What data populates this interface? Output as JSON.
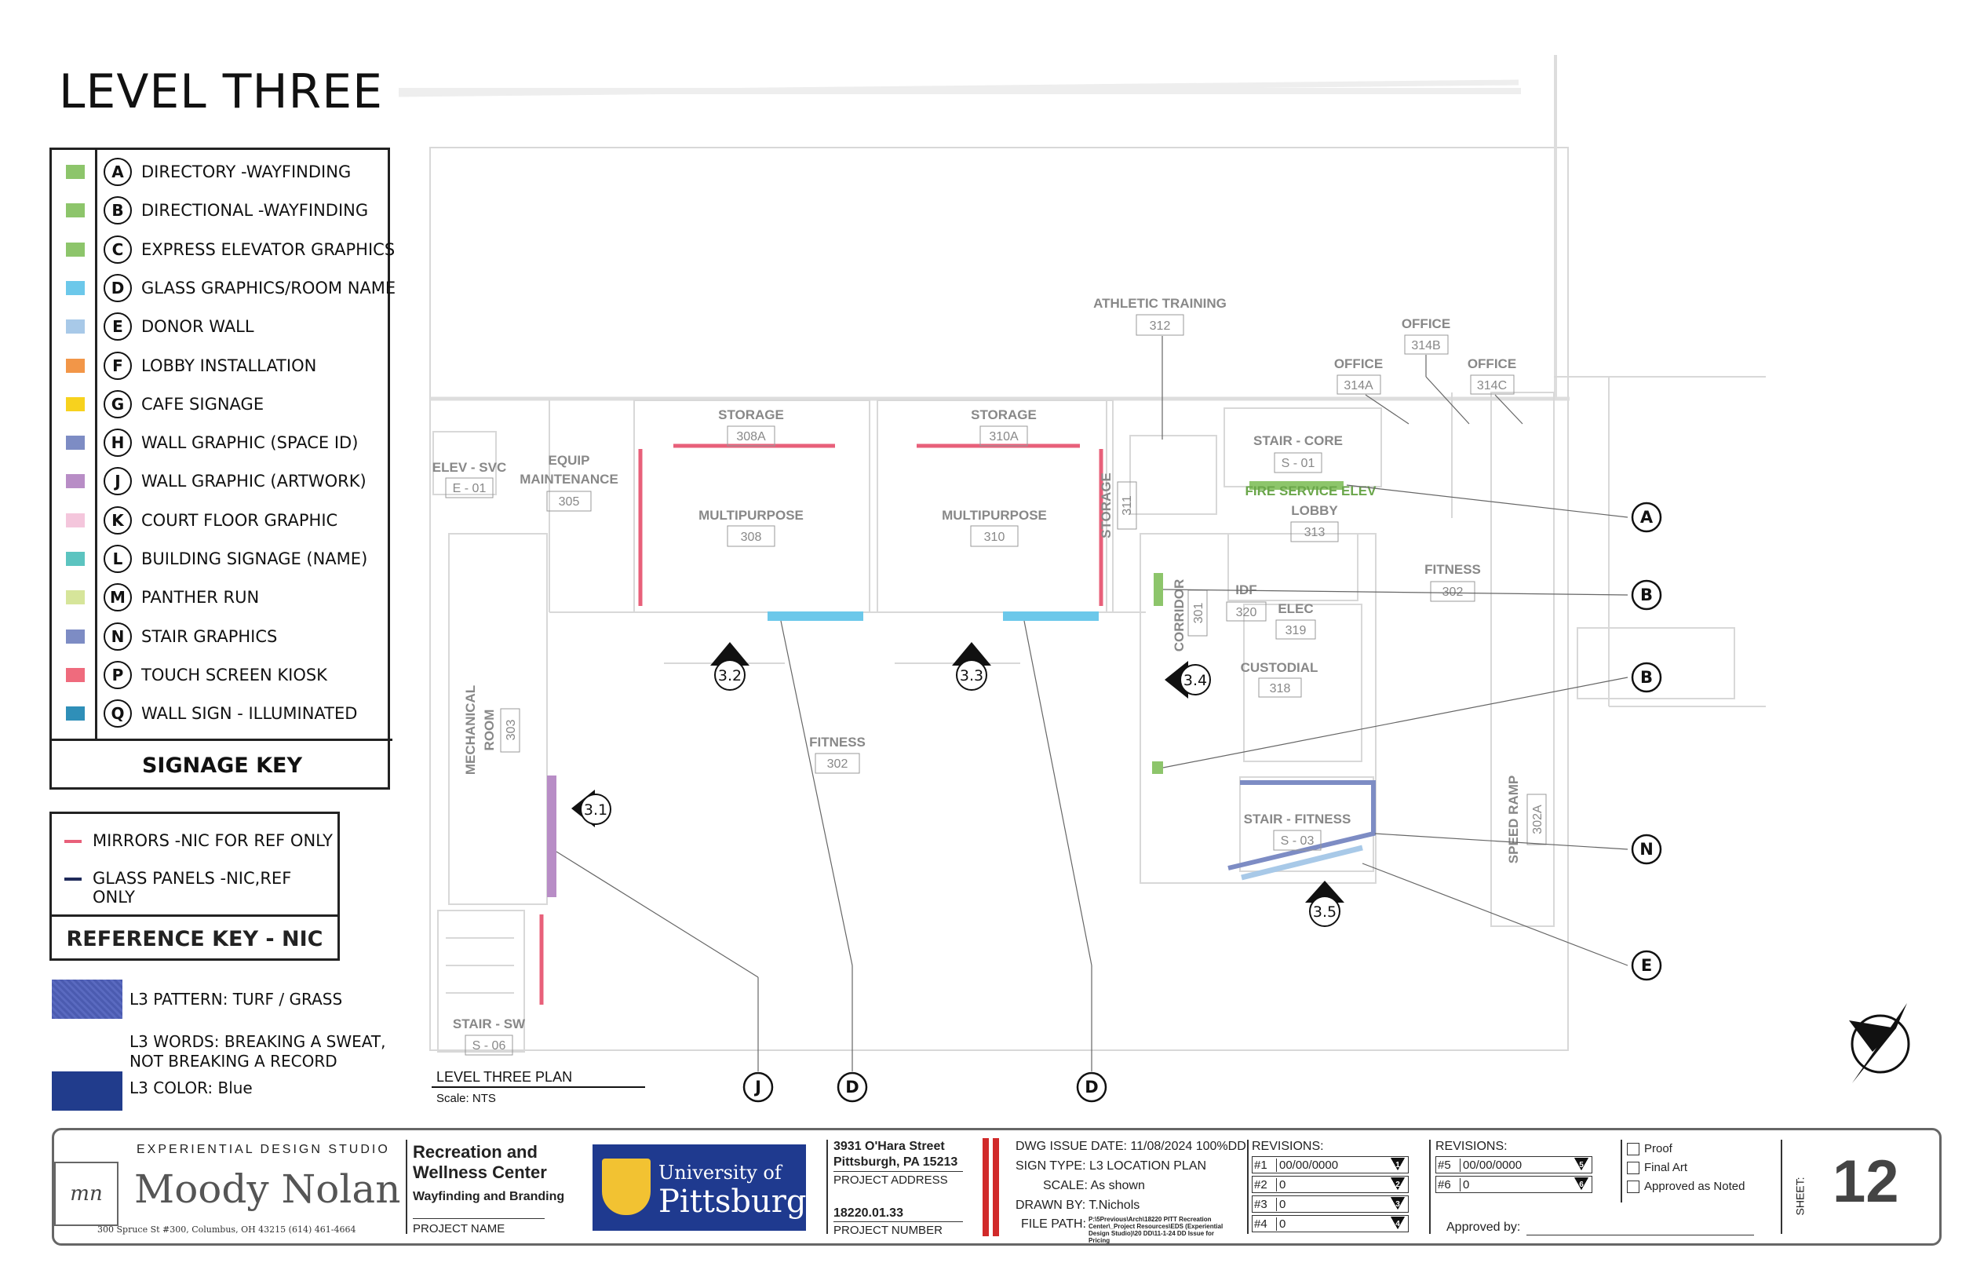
{
  "page_title": "LEVEL THREE",
  "signage_key": {
    "title": "SIGNAGE KEY",
    "items": [
      {
        "letter": "A",
        "label": "DIRECTORY -WAYFINDING",
        "color": "#8dc56b"
      },
      {
        "letter": "B",
        "label": "DIRECTIONAL -WAYFINDING",
        "color": "#8dc56b"
      },
      {
        "letter": "C",
        "label": "EXPRESS ELEVATOR GRAPHICS",
        "color": "#8dc56b"
      },
      {
        "letter": "D",
        "label": "GLASS GRAPHICS/ROOM NAME",
        "color": "#6cc8ea"
      },
      {
        "letter": "E",
        "label": "DONOR WALL",
        "color": "#a8c9e8"
      },
      {
        "letter": "F",
        "label": "LOBBY INSTALLATION",
        "color": "#f29648"
      },
      {
        "letter": "G",
        "label": "CAFE SIGNAGE",
        "color": "#f7d21e"
      },
      {
        "letter": "H",
        "label": "WALL GRAPHIC (SPACE ID)",
        "color": "#7d8cc4"
      },
      {
        "letter": "J",
        "label": "WALL GRAPHIC (ARTWORK)",
        "color": "#b88dc6"
      },
      {
        "letter": "K",
        "label": "COURT FLOOR GRAPHIC",
        "color": "#f4c6dc"
      },
      {
        "letter": "L",
        "label": "BUILDING SIGNAGE (NAME)",
        "color": "#5cc4c0"
      },
      {
        "letter": "M",
        "label": "PANTHER RUN",
        "color": "#d6e59a"
      },
      {
        "letter": "N",
        "label": "STAIR GRAPHICS",
        "color": "#7d8cc4"
      },
      {
        "letter": "P",
        "label": "TOUCH SCREEN KIOSK",
        "color": "#ef6b7d"
      },
      {
        "letter": "Q",
        "label": "WALL SIGN - ILLUMINATED",
        "color": "#2f8fb8"
      }
    ]
  },
  "reference_key": {
    "title": "REFERENCE KEY - NIC",
    "items": [
      {
        "label": "MIRRORS -NIC FOR REF ONLY",
        "color": "#e8607a"
      },
      {
        "label": "GLASS PANELS -NIC,REF ONLY",
        "color": "#1f2a5a"
      }
    ]
  },
  "l3": {
    "pattern_label": "L3 PATTERN: TURF / GRASS",
    "words_line1": "L3 WORDS: BREAKING A SWEAT,",
    "words_line2": "NOT BREAKING A RECORD",
    "color_label": "L3 COLOR: Blue",
    "pattern_color": "#4a5aa8",
    "blue_color": "#213c8c"
  },
  "plan": {
    "plan_title": "LEVEL THREE PLAN",
    "scale": "Scale: NTS",
    "rooms": {
      "athletic_training": "ATHLETIC TRAINING",
      "athletic_training_num": "312",
      "office": "OFFICE",
      "office_314a": "314A",
      "office_314b": "314B",
      "office_314c": "314C",
      "storage": "STORAGE",
      "storage_308a": "308A",
      "storage_310a": "310A",
      "multipurpose": "MULTIPURPOSE",
      "mp_308": "308",
      "mp_310": "310",
      "elev_svc": "ELEV - SVC",
      "elev_num": "E - 01",
      "equip1": "EQUIP",
      "equip2": "MAINTENANCE",
      "equip_num": "305",
      "storage_vertical": "STORAGE",
      "storage_311": "311",
      "stair_core": "STAIR - CORE",
      "stair_core_num": "S - 01",
      "fire_service": "FIRE SERVICE ELEV",
      "lobby": "LOBBY",
      "lobby_num": "313",
      "fitness": "FITNESS",
      "fitness_num": "302",
      "corridor": "CORRIDOR",
      "corridor_num": "301",
      "idf": "IDF",
      "idf_num": "320",
      "elec": "ELEC",
      "elec_num": "319",
      "custodial": "CUSTODIAL",
      "custodial_num": "318",
      "mech1": "MECHANICAL",
      "mech2": "ROOM",
      "mech_num": "303",
      "stair_fitness": "STAIR - FITNESS",
      "stair_fitness_num": "S - 03",
      "speed_ramp": "SPEED RAMP",
      "speed_ramp_num": "302A",
      "stair_sw": "STAIR - SW",
      "stair_sw_num": "S - 06"
    },
    "callouts": [
      "A",
      "B",
      "B",
      "N",
      "E",
      "J",
      "D",
      "D"
    ],
    "views": [
      "3.1",
      "3.2",
      "3.3",
      "3.4",
      "3.5"
    ]
  },
  "title_block": {
    "studio_caption": "EXPERIENTIAL DESIGN STUDIO",
    "studio_name": "Moody Nolan",
    "studio_address": "300 Spruce St #300, Columbus, OH 43215  (614) 461-4664",
    "project_name1": "Recreation and",
    "project_name2": "Wellness Center",
    "project_sub": "Wayfinding and Branding",
    "project_name_label": "PROJECT NAME",
    "univ_line1": "University of",
    "univ_line2": "Pittsburgh",
    "address1": "3931 O'Hara  Street",
    "address2": "Pittsburgh, PA 15213",
    "address_label": "PROJECT ADDRESS",
    "project_number": "18220.01.33",
    "project_number_label": "PROJECT NUMBER",
    "dwg_issue": "DWG ISSUE DATE: 11/08/2024 100%DD",
    "sign_type": "SIGN TYPE:  L3 LOCATION PLAN",
    "scale": "SCALE:  As shown",
    "drawn_by": "DRAWN BY:  T.Nichols",
    "file_path_label": "FILE PATH:",
    "file_path": "P:\\5Previous\\Arch\\18220 PITT Recreation Center\\_Project Resources\\EDS (Experiential Design Studio)\\20 DD\\11-1-24 DD Issue for Pricing",
    "revisions_label": "REVISIONS:",
    "rev_left": [
      {
        "num": "#1",
        "val": "00/00/0000",
        "tri": "1"
      },
      {
        "num": "#2",
        "val": "0",
        "tri": "2"
      },
      {
        "num": "#3",
        "val": "0",
        "tri": "3"
      },
      {
        "num": "#4",
        "val": "0",
        "tri": "4"
      }
    ],
    "rev_right": [
      {
        "num": "#5",
        "val": "00/00/0000",
        "tri": "5"
      },
      {
        "num": "#6",
        "val": "0",
        "tri": "6"
      }
    ],
    "approved_by": "Approved by:",
    "checks": [
      "Proof",
      "Final Art",
      "Approved as Noted"
    ],
    "sheet_label": "SHEET:",
    "sheet_number": "12"
  }
}
